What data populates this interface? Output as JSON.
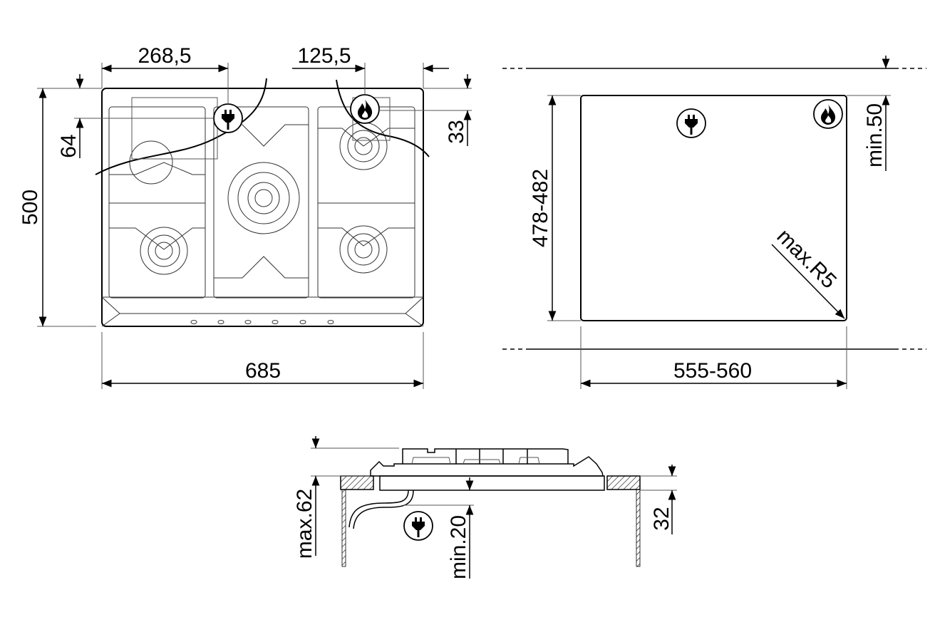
{
  "top_view": {
    "width_total": "685",
    "depth_total": "500",
    "plug_offset_x": "268,5",
    "gas_offset_x": "125,5",
    "plug_offset_y": "64",
    "gas_offset_y": "33"
  },
  "cutout": {
    "depth": "478-482",
    "width": "555-560",
    "min_front": "min.50",
    "corner_radius": "max.R5"
  },
  "section": {
    "max_height": "max.62",
    "min_clearance": "min.20",
    "worktop": "32"
  },
  "icons": [
    "plug-icon",
    "flame-icon"
  ]
}
